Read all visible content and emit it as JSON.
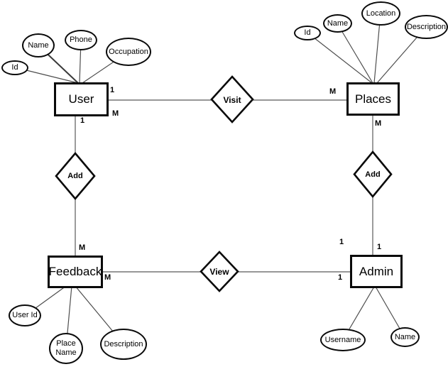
{
  "appearance": {
    "background_color": "#ffffff",
    "shape_border_color": "#0a0a0a",
    "connector_color": "#595959",
    "text_color": "#000000"
  },
  "entities": {
    "user": {
      "label": "User",
      "attributes": [
        "Id",
        "Name",
        "Phone",
        "Occupation"
      ]
    },
    "places": {
      "label": "Places",
      "attributes": [
        "Id",
        "Name",
        "Location",
        "Description"
      ]
    },
    "feedback": {
      "label": "Feedback",
      "attributes": [
        "User Id",
        "Place Name",
        "Description"
      ]
    },
    "admin": {
      "label": "Admin",
      "attributes": [
        "Username",
        "Name"
      ]
    }
  },
  "relationships": {
    "visit": {
      "label": "Visit",
      "between": [
        "User",
        "Places"
      ]
    },
    "add_user_feedback": {
      "label": "Add",
      "between": [
        "User",
        "Feedback"
      ]
    },
    "add_places_admin": {
      "label": "Add",
      "between": [
        "Places",
        "Admin"
      ]
    },
    "view": {
      "label": "View",
      "between": [
        "Feedback",
        "Admin"
      ]
    }
  },
  "cardinalities": {
    "user_visit_top": "1",
    "user_visit_bottom": "M",
    "places_visit": "M",
    "user_add": "1",
    "feedback_add": "M",
    "feedback_view": "M",
    "places_add": "M",
    "admin_add_left": "1",
    "admin_add_right": "1",
    "admin_view": "1"
  }
}
